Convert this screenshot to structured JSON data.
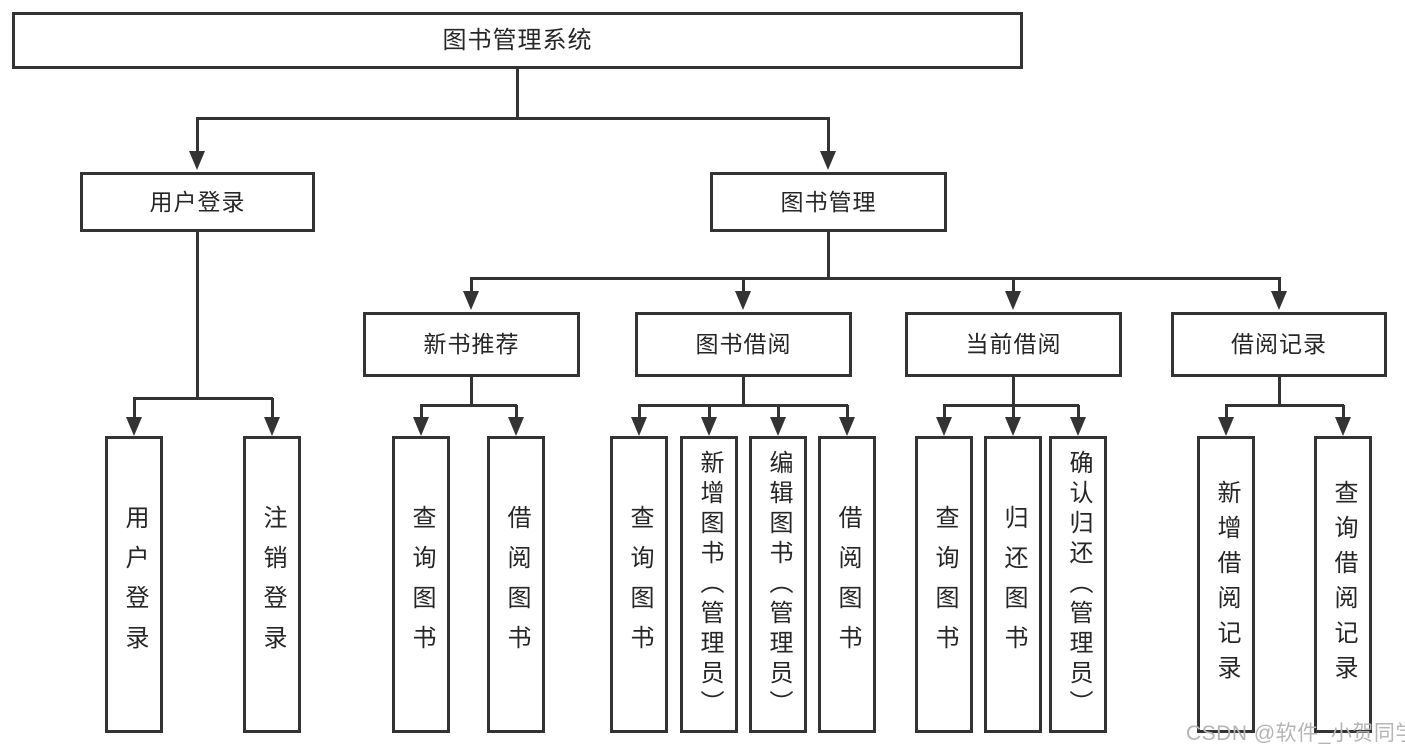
{
  "nodes": {
    "root": "图书管理系统",
    "user_login": "用户登录",
    "book_mgmt": "图书管理",
    "new_books": "新书推荐",
    "book_borrow": "图书借阅",
    "current_borrow": "当前借阅",
    "borrow_records": "借阅记录",
    "leaves_user": [
      "用户登录",
      "注销登录"
    ],
    "leaves_new_books": [
      "查询图书",
      "借阅图书"
    ],
    "leaves_book_borrow": [
      "查询图书",
      "新增图书（管理员）",
      "编辑图书（管理员）",
      "借阅图书"
    ],
    "leaves_current": [
      "查询图书",
      "归还图书",
      "确认归还（管理员）"
    ],
    "leaves_records": [
      "新增借阅记录",
      "查询借阅记录"
    ]
  },
  "watermark": "CSDN @软件_小贺同学",
  "colors": {
    "line": "#333333",
    "text": "#262626",
    "background": "#ffffff",
    "watermark": "#b5b5b5"
  }
}
